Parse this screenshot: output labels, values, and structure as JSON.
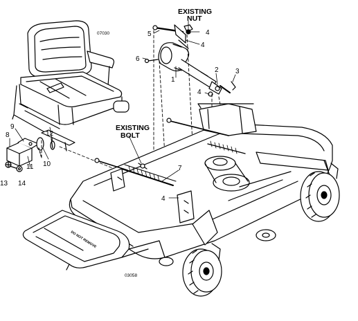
{
  "figure_refs": {
    "seat": "07030",
    "mower": "03058"
  },
  "callouts": {
    "existing_nut_line1": "EXISTING",
    "existing_nut_line2": "NUT",
    "existing_bolt_line1": "EXISTING",
    "existing_bolt_line2": "BOLT",
    "n1": "1",
    "n2": "2",
    "n3": "3",
    "n4a": "4",
    "n4b": "4",
    "n4c": "4",
    "n4d": "4",
    "n5": "5",
    "n6": "6",
    "n7": "7",
    "n8": "8",
    "n9": "9",
    "n10": "10",
    "n11": "11",
    "n12": "12",
    "n13": "13",
    "n14": "14"
  },
  "deck_stencil": "DO NOT REMOVE"
}
